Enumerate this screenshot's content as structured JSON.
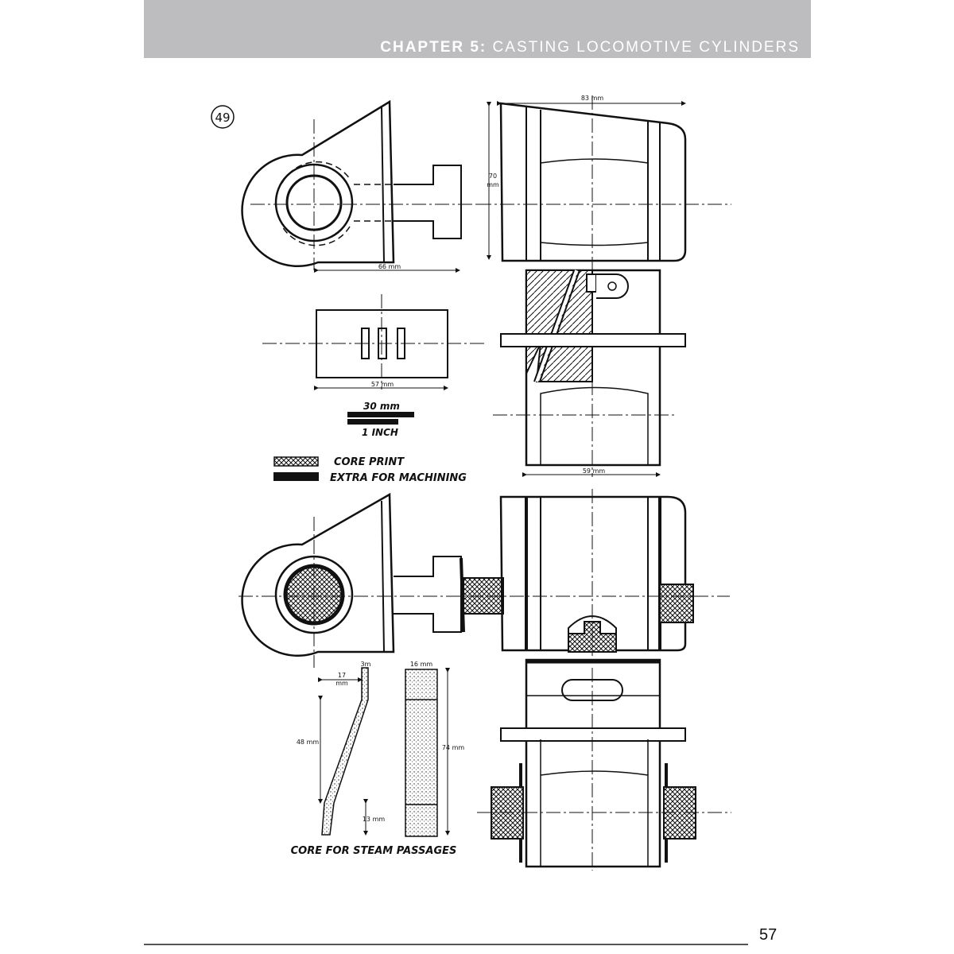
{
  "header": {
    "chapter_label": "CHAPTER 5:",
    "chapter_title": "CASTING LOCOMOTIVE CYLINDERS"
  },
  "figure": {
    "number": "49",
    "dimensions": {
      "top_width": "83 mm",
      "height_70_line1": "70",
      "height_70_line2": "mm",
      "front_width": "66 mm",
      "plate_width": "57 mm",
      "port_face_width": "59 mm",
      "core_offset_line1": "17",
      "core_offset_line2": "mm",
      "core_top": "3m",
      "core_height": "48 mm",
      "core_bottom": "13 mm",
      "core_side_width": "16 mm",
      "core_side_height": "74 mm"
    },
    "scale_bar": {
      "metric": "30 mm",
      "imperial": "1 INCH"
    },
    "legend": [
      {
        "label": "CORE PRINT",
        "pattern": "crosshatch"
      },
      {
        "label": "EXTRA FOR MACHINING",
        "pattern": "solid"
      }
    ],
    "core_caption": "CORE FOR STEAM PASSAGES"
  },
  "footer": {
    "page_number": "57"
  },
  "colors": {
    "header_band": "#bdbdbf",
    "header_text": "#ffffff",
    "ink": "#111111"
  }
}
